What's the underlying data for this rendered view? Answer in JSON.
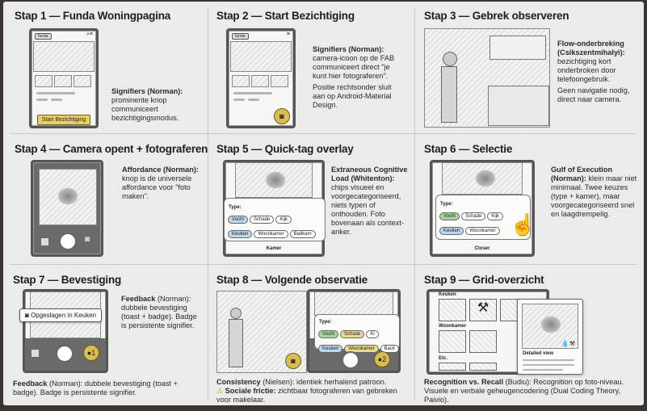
{
  "panels": [
    {
      "title": "Stap 1 — Funda Woningpagina",
      "logo": "funda",
      "button": "Start Bezichtiging",
      "notes": [
        {
          "bold": "Signifiers (Norman):",
          "text": " prominente knop communiceert bezichtigingsmodus."
        }
      ]
    },
    {
      "title": "Stap 2 — Start Bezichtiging",
      "logo": "funda",
      "fab_icon": "camera-icon",
      "notes": [
        {
          "bold": "Signifiers (Norman):",
          "text": " camera-icoon op de FAB communiceert direct \"je kunt hier fotograferen\"."
        },
        {
          "bold": "",
          "text": "Positie rechtsonder sluit aan op Android-Material Design."
        }
      ]
    },
    {
      "title": "Stap 3 — Gebrek observeren",
      "notes": [
        {
          "bold": "Flow-onderbreking (Csikszentmihalyi):",
          "text": " bezichtiging kort onderbroken door telefoongebruik."
        },
        {
          "bold": "",
          "text": "Geen navigatie nodig, direct naar camera."
        }
      ]
    },
    {
      "title": "Stap 4 — Camera opent + fotograferen",
      "notes": [
        {
          "bold": "Affordance (Norman):",
          "text": " knop is de universele affordance voor \"foto maken\"."
        }
      ]
    },
    {
      "title": "Stap 5 — Quick-tag overlay",
      "sheet": {
        "type_label": "Type:",
        "type_chips": [
          "Vocht",
          "Schade",
          "Kijk"
        ],
        "room_chips": [
          "Keuken",
          "Woonkamer",
          "Badkam"
        ],
        "footer": "Kamer"
      },
      "notes": [
        {
          "bold": "Extraneous Cognitive Load (Whitenton):",
          "text": " chips visueel en voorgecategoriseerd, niets typen of onthouden. Foto bovenaan als context-anker."
        }
      ]
    },
    {
      "title": "Stap 6 — Selectie",
      "sheet": {
        "type_label": "Type:",
        "type_chips": [
          "Vocht",
          "Schade",
          "Kijk"
        ],
        "room_chips": [
          "Keuken",
          "Woonkamer"
        ],
        "footer": "Closer"
      },
      "notes": [
        {
          "bold": "Gulf of Execution (Norman):",
          "text": " klein maar niet minimaal. Twee keuzes (type + kamer), maar voorgecategoriseerd snel en laagdrempelig."
        }
      ]
    },
    {
      "title": "Stap 7 — Bevestiging",
      "toast": "Opgeslagen in Keuken",
      "badge": "1",
      "notes": [
        {
          "bold": "Feedback",
          "text": " (Norman): dubbele bevestiging (toast + badge). Badge is persistente signifier."
        }
      ],
      "bottom": [
        {
          "bold": "Feedback",
          "text": " (Norman): dubbele bevestiging (toast + badge). Badge is persistente signifier."
        }
      ]
    },
    {
      "title": "Stap 8 — Volgende observatie",
      "sheet": {
        "type_label": "Type:",
        "type_chips": [
          "Vocht",
          "Schade",
          "Ki"
        ],
        "room_chips": [
          "Keuken",
          "Woonkamer",
          "Back"
        ]
      },
      "badge": "2",
      "bottom": [
        {
          "bold": "Consistency",
          "text": " (Nielsen): identiek herhalend patroon."
        },
        {
          "bold": "Sociale frictie:",
          "text": " zichtbaar fotograferen van gebreken voor makelaar.",
          "warn": true
        }
      ]
    },
    {
      "title": "Stap 9 — Grid-overzicht",
      "sections": [
        "Keuken",
        "Woonkamer",
        "Etc."
      ],
      "detail_label": "Detailed view",
      "bottom": [
        {
          "bold": "Recognition vs. Recall",
          "text": " (Budiu): Recognition op foto-niveau. Visuele en verbale geheugencodering (Dual Coding Theory, Paivio)."
        }
      ]
    }
  ],
  "colors": {
    "accent_yellow": "#d9bd4f",
    "chip_blue": "#bcd6ea",
    "chip_green": "#a9d69a",
    "chip_yellow": "#ead98f"
  }
}
